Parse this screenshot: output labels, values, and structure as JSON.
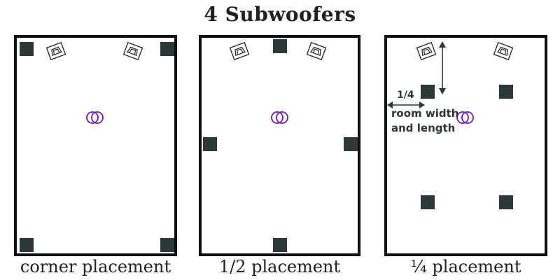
{
  "title": "4 Subwoofers",
  "panels": [
    {
      "caption": "corner placement"
    },
    {
      "caption": "1/2 placement"
    },
    {
      "caption": "¼ placement"
    }
  ],
  "annotation": {
    "fraction": "1/4",
    "line1": "room width",
    "line2": "and length"
  },
  "icons": {
    "subwoofer": "square-icon",
    "speaker": "speaker-icon",
    "listener": "listener-icon"
  },
  "colors": {
    "subwoofer": "#2e3838",
    "listener": "#7b2fa6",
    "wall": "#111111"
  }
}
